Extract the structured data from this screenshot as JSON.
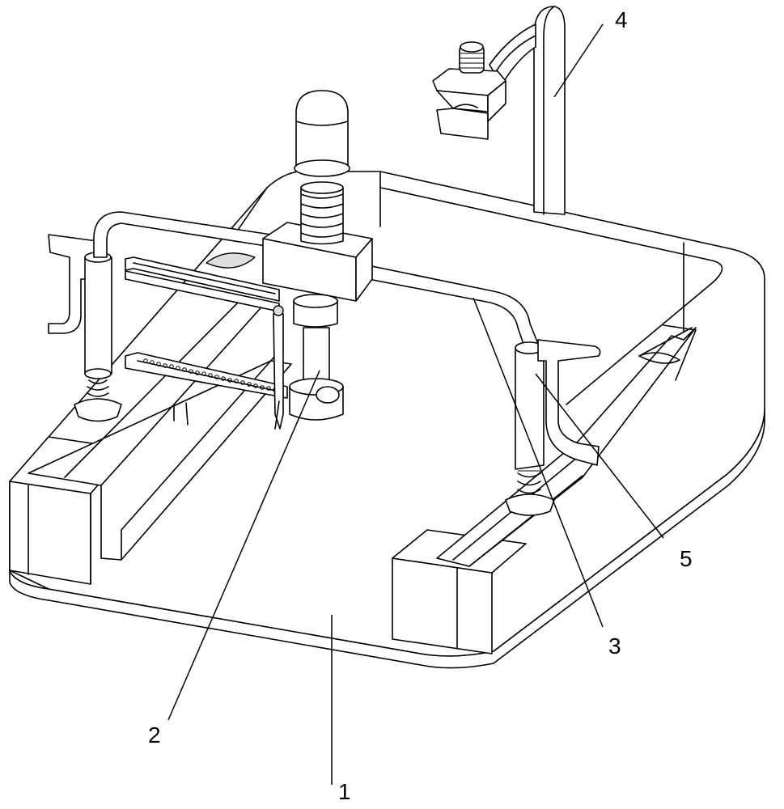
{
  "labels": {
    "base": "1",
    "saw_post": "2",
    "crossbar": "3",
    "clamp_column": "4",
    "side_clamp": "5"
  }
}
